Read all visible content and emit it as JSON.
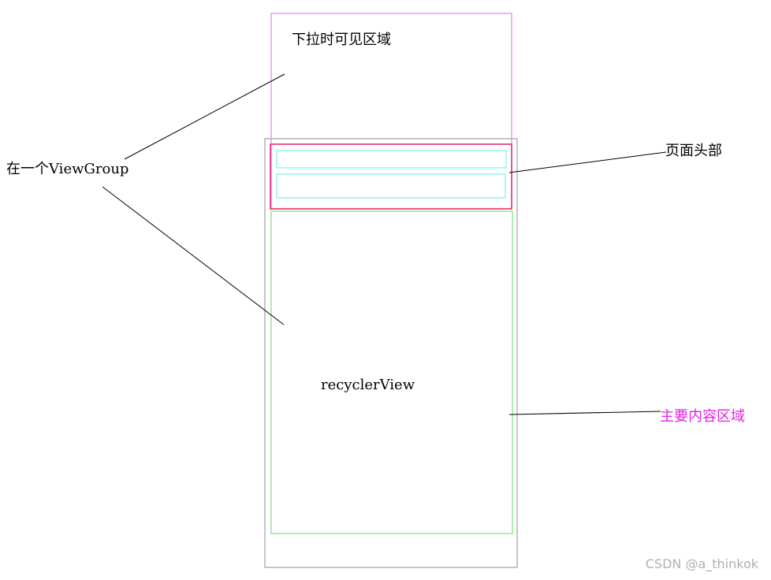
{
  "labels": {
    "pulldown_area": "下拉时可见区域",
    "viewgroup": "在一个ViewGroup",
    "page_header": "页面头部",
    "recycler_view": "recyclerView",
    "main_content": "主要内容区域"
  },
  "watermark": "CSDN @a_thinkok",
  "colors": {
    "pulldown_box": "#f07cf0",
    "outer_box": "#a0a0a0",
    "header_box": "#e8307a",
    "header_items": "#7ef0f0",
    "content_box": "#8ae88a",
    "main_content_text": "#e61ee6",
    "leader_lines": "#000000"
  }
}
